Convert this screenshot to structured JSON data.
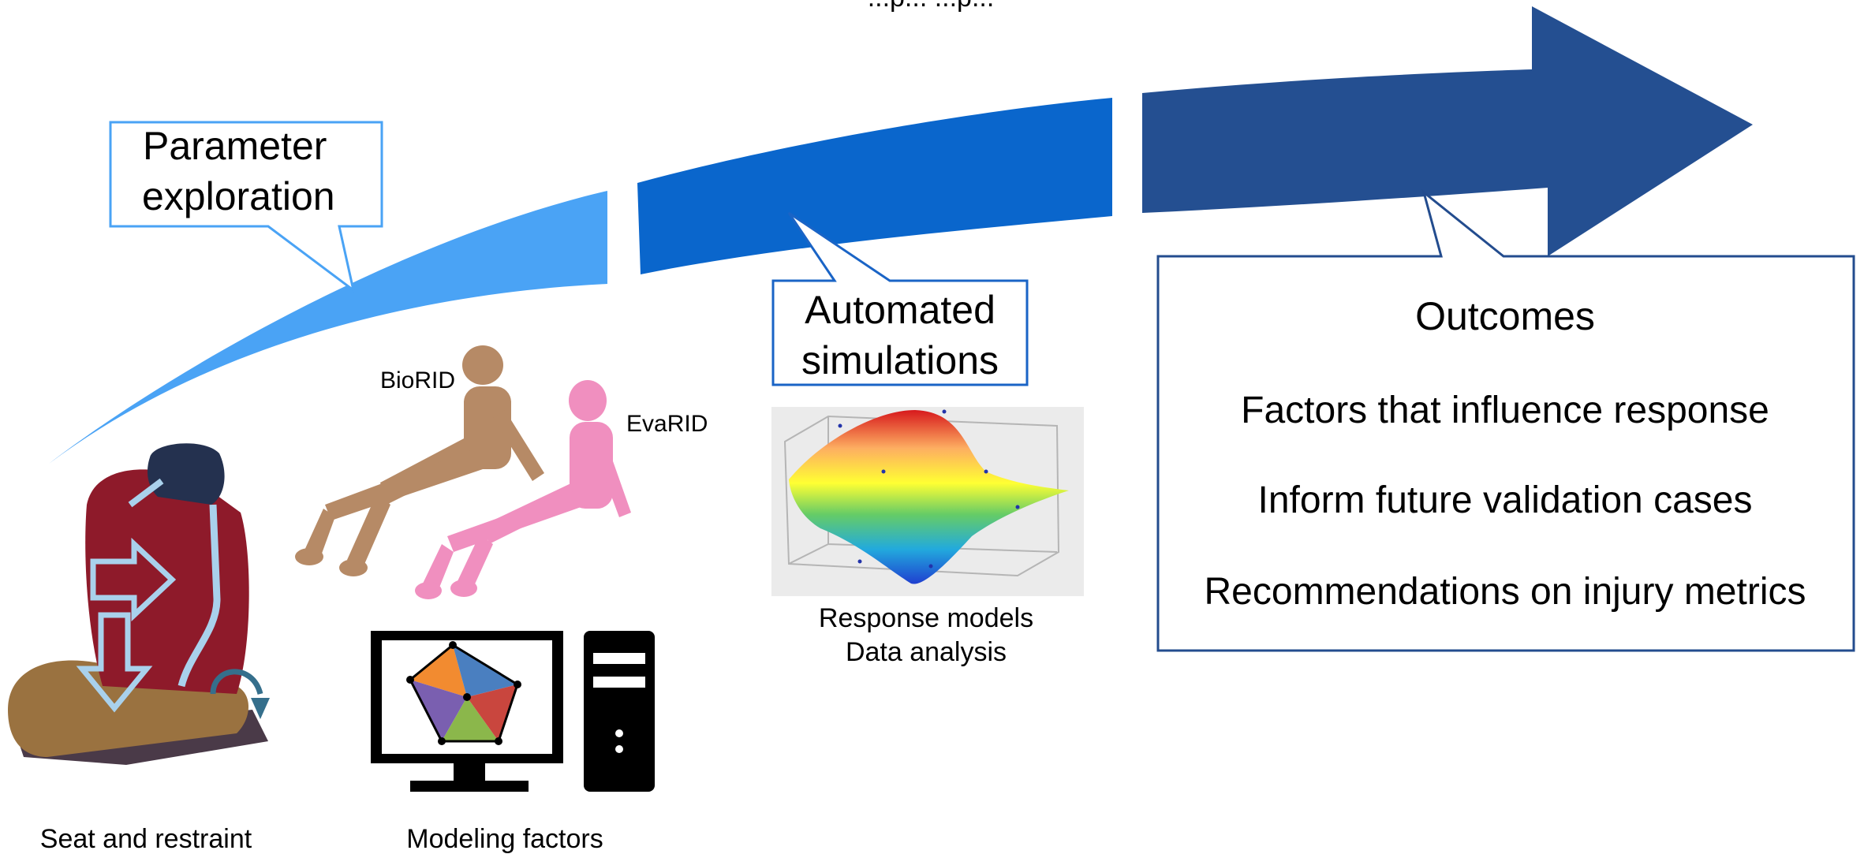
{
  "top_partial_text": "...p... ...p...",
  "callouts": {
    "parameter_exploration": {
      "line1": "Parameter",
      "line2": "exploration"
    },
    "automated_simulations": {
      "line1": "Automated",
      "line2": "simulations"
    },
    "outcomes": {
      "title": "Outcomes",
      "items": [
        "Factors that influence response",
        "Inform future validation cases",
        "Recommendations on injury metrics"
      ]
    }
  },
  "dummy_labels": {
    "biorid": "BioRID",
    "evarid": "EvaRID"
  },
  "captions": {
    "seat": "Seat and restraint",
    "modeling": "Modeling factors",
    "response_line1": "Response models",
    "response_line2": "Data analysis"
  },
  "colors": {
    "arrow_seg1": "#4aa3f5",
    "arrow_seg2": "#0a66cc",
    "arrow_seg3": "#244f91",
    "callout_border_light": "#4aa3f5",
    "callout_border_mid": "#1a64c6",
    "callout_border_dark": "#234c8e",
    "seat_fabric": "#8e1a2a",
    "seat_cushion": "#9a7240",
    "biorid": "#b68a66",
    "evarid": "#f08fbf",
    "pentagon": [
      "#f28b30",
      "#4a7fc0",
      "#7a5fb0",
      "#8bb74b",
      "#c9463e"
    ]
  }
}
